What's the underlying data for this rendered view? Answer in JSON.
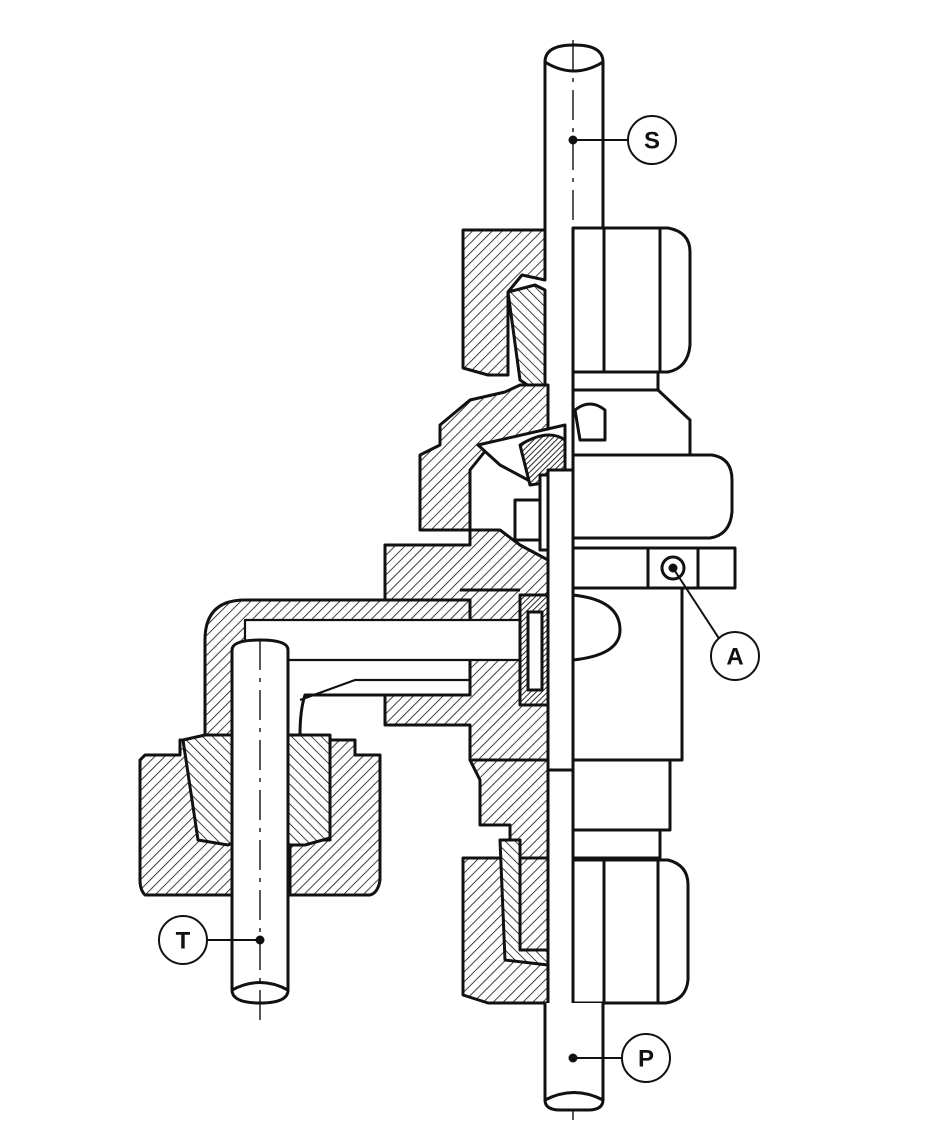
{
  "diagram": {
    "type": "sectioned valve assembly drawing",
    "line_color": "#111111",
    "fill_color": "#ffffff",
    "callouts": [
      {
        "id": "S",
        "label": "S"
      },
      {
        "id": "A",
        "label": "A"
      },
      {
        "id": "T",
        "label": "T"
      },
      {
        "id": "P",
        "label": "P"
      }
    ]
  }
}
